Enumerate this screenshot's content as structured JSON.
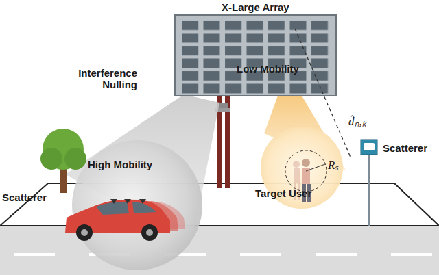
{
  "diagram": {
    "labels": [
      "X-Large Array",
      "Interference Nulling",
      "Low Mobility",
      "High Mobility",
      "Scatterer",
      "Target User",
      "Rₛ",
      "Scatterer",
      "d̂ₙ,ₖ"
    ]
  }
}
